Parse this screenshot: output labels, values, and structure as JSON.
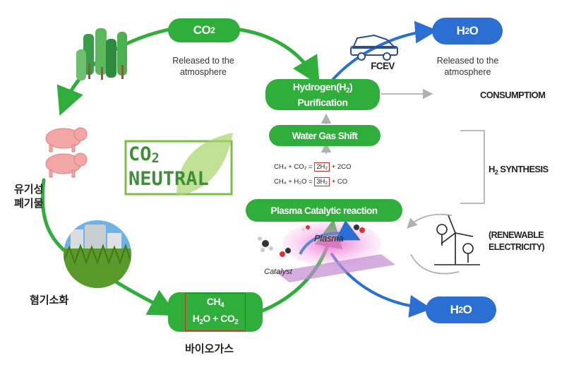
{
  "nodes": {
    "co2_top": "CO",
    "co2_top_sub": "2",
    "released_top": "Released to the atmosphere",
    "h2o_top": "H",
    "h2o_top_sub": "2",
    "h2o_top_tail": "O",
    "released_right": "Released to the atmosphere",
    "fcev": "FCEV",
    "consumption": "CONSUMPTIOM",
    "purification_line1": "Hydrogen(H",
    "purification_sub": "2",
    "purification_tail": ")",
    "purification_line2": "Purification",
    "water_gas_shift": "Water Gas Shift",
    "h2_synthesis_pre": "H",
    "h2_synthesis_sub": "2",
    "h2_synthesis_tail": " SYNTHESIS",
    "plasma_catalytic": "Plasma Catalytic reaction",
    "renewable_line1": "(RENEWABLE",
    "renewable_line2": "ELECTRICITY)",
    "plasma_label": "Plasma",
    "catalyst_label": "Catalyst",
    "h2o_bottom": "H",
    "h2o_bottom_sub": "2",
    "h2o_bottom_tail": "O",
    "ch4_line": "CH",
    "ch4_sub": "4",
    "h2o_co2_line_a": "H",
    "h2o_co2_sub_a": "2",
    "h2o_co2_line_b": "O + CO",
    "h2o_co2_sub_b": "2",
    "biogas": "바이오가스",
    "organic_waste_1": "유기성",
    "organic_waste_2": "폐기물",
    "anaerobic_digestion": "혐기소화",
    "co2_neutral_1": "CO",
    "co2_neutral_sub": "2",
    "co2_neutral_2": "NEUTRAL"
  },
  "equations": {
    "eq1_left": "CH₄ + CO₂ =",
    "eq1_box": "2H₂",
    "eq1_right": "+ 2CO",
    "eq2_left": "CH₄ + H₂O =",
    "eq2_box": "3H₂",
    "eq2_right": "+ CO"
  },
  "colors": {
    "green": "#2fae3b",
    "blue": "#2a6fd1",
    "red_box": "#d02a2a",
    "gray": "#b8b8b8"
  },
  "icons": [
    "forest-icon",
    "pig-icon",
    "digester-plant-icon",
    "car-icon",
    "wind-turbine-icon",
    "molecule-icon"
  ]
}
